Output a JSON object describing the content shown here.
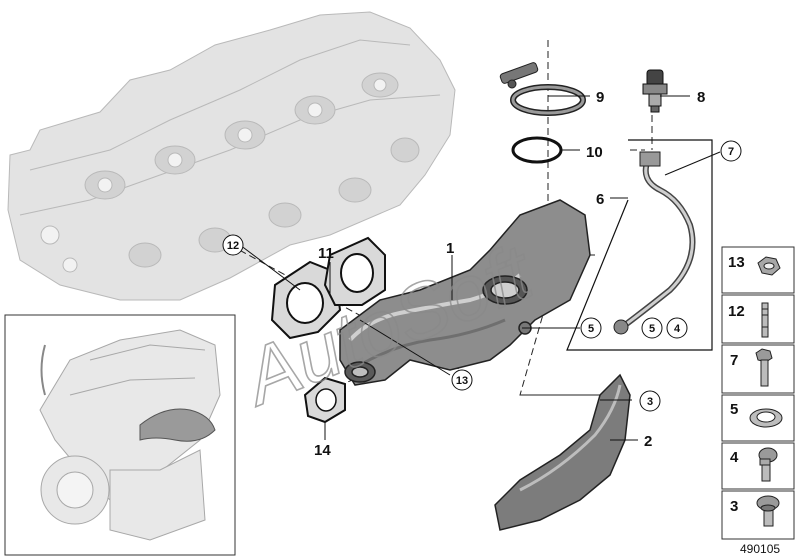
{
  "diagram": {
    "callouts": {
      "c2": "2",
      "c3": "3",
      "c4": "4",
      "c5a": "5",
      "c5b": "5",
      "c6": "6",
      "c7": "7",
      "c8": "8",
      "c9": "9",
      "c10": "10",
      "c11": "11",
      "c12": "12",
      "c13": "13",
      "c14": "14",
      "c1": "1"
    },
    "legend": [
      {
        "num": "13",
        "part": "nut-icon"
      },
      {
        "num": "12",
        "part": "stud-icon"
      },
      {
        "num": "7",
        "part": "bolt-icon"
      },
      {
        "num": "5",
        "part": "washer-icon"
      },
      {
        "num": "4",
        "part": "banjo-fitting-icon"
      },
      {
        "num": "3",
        "part": "flange-bolt-icon"
      }
    ],
    "watermark": "AutoSoft",
    "doc_number": "490105"
  }
}
